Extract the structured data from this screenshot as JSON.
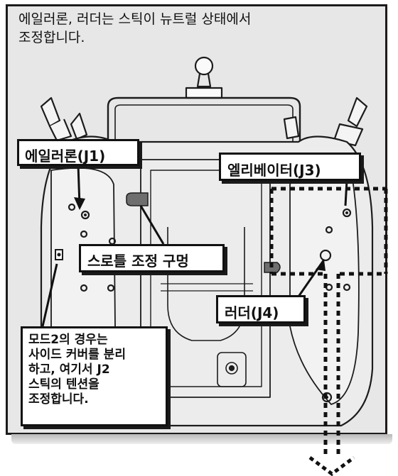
{
  "instruction": "에일러론, 러더는 스틱이 뉴트럴 상태에서\n조정합니다.",
  "labels": {
    "aileron": "에일러론(J1)",
    "elevator": "엘리베이터(J3)",
    "throttle_hole": "스로틀 조정 구멍",
    "rudder": "러더(J4)",
    "mode2_note": "모드2의 경우는\n사이드 커버를 분리\n하고, 여기서 J2\n스틱의 텐션을\n조정합니다."
  },
  "colors": {
    "background": "#e7e7e7",
    "outline": "#1c1c1c",
    "hole_fill": "#6e6e6e"
  }
}
